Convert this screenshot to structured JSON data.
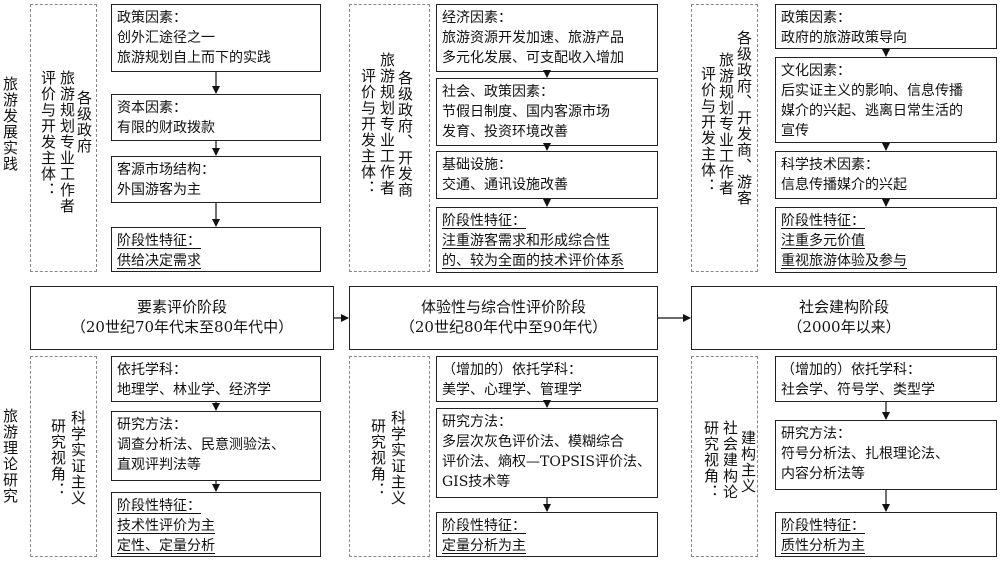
{
  "side_labels": {
    "top": "旅游发展实践",
    "bottom": "旅游理论研究"
  },
  "columns": [
    {
      "top_actor": [
        "各级政府",
        "旅游规划专业工作者",
        "评价与开发主体："
      ],
      "top_boxes": [
        {
          "title": "政策因素：",
          "lines": [
            "创外汇途径之一",
            "旅游规划自上而下的实践"
          ]
        },
        {
          "title": "资本因素：",
          "lines": [
            "有限的财政拨款"
          ]
        },
        {
          "title": "客源市场结构：",
          "lines": [
            "外国游客为主"
          ]
        }
      ],
      "top_feature": {
        "title": "阶段性特征：",
        "lines": [
          "供给决定需求"
        ]
      },
      "stage": {
        "name": "要素评价阶段",
        "period": "（20世纪70年代末至80年代中）"
      },
      "bottom_actor": [
        "科学实证主义",
        "研究视角："
      ],
      "bottom_boxes": [
        {
          "title": "依托学科：",
          "lines": [
            "地理学、林业学、经济学"
          ]
        },
        {
          "title": "研究方法：",
          "lines": [
            "调查分析法、民意测验法、",
            "直观评判法等"
          ]
        }
      ],
      "bottom_feature": {
        "title": "阶段性特征：",
        "lines": [
          "技术性评价为主",
          "定性、定量分析"
        ]
      }
    },
    {
      "top_actor": [
        "各级政府、开发商",
        "旅游规划专业工作者",
        "评价与开发主体："
      ],
      "top_boxes": [
        {
          "title": "经济因素：",
          "lines": [
            "旅游资源开发加速、旅游产品",
            "多元化发展、可支配收入增加"
          ]
        },
        {
          "title": "社会、政策因素：",
          "lines": [
            "节假日制度、国内客源市场",
            "发育、投资环境改善"
          ]
        },
        {
          "title": "基础设施：",
          "lines": [
            "交通、通讯设施改善"
          ]
        }
      ],
      "top_feature": {
        "title": "阶段性特征：",
        "lines": [
          "注重游客需求和形成综合性",
          "的、较为全面的技术评价体系"
        ]
      },
      "stage": {
        "name": "体验性与综合性评价阶段",
        "period": "（20世纪80年代中至90年代）"
      },
      "bottom_actor": [
        "科学实证主义",
        "研究视角："
      ],
      "bottom_boxes": [
        {
          "title": "（增加的）依托学科：",
          "lines": [
            "美学、心理学、管理学"
          ]
        },
        {
          "title": "研究方法：",
          "lines": [
            "多层次灰色评价法、模糊综合",
            "评价法、熵权—TOPSIS评价法、",
            "GIS技术等"
          ]
        }
      ],
      "bottom_feature": {
        "title": "阶段性特征：",
        "lines": [
          "定量分析为主"
        ]
      }
    },
    {
      "top_actor": [
        "各级政府、开发商、游客",
        "旅游规划专业工作者",
        "评价与开发主体："
      ],
      "top_boxes": [
        {
          "title": "政策因素：",
          "lines": [
            "政府的旅游政策导向"
          ]
        },
        {
          "title": "文化因素：",
          "lines": [
            "后实证主义的影响、信息传播",
            "媒介的兴起、逃离日常生活的",
            "宣传"
          ]
        },
        {
          "title": "科学技术因素：",
          "lines": [
            "信息传播媒介的兴起"
          ]
        }
      ],
      "top_feature": {
        "title": "阶段性特征：",
        "lines": [
          "注重多元价值",
          "重视旅游体验及参与"
        ]
      },
      "stage": {
        "name": "社会建构阶段",
        "period": "（2000年以来）"
      },
      "bottom_actor": [
        "建构主义",
        "社会建构论",
        "研究视角："
      ],
      "bottom_boxes": [
        {
          "title": "（增加的）依托学科：",
          "lines": [
            "社会学、符号学、类型学"
          ]
        },
        {
          "title": "研究方法：",
          "lines": [
            "符号分析法、扎根理论法、",
            "内容分析法等"
          ]
        }
      ],
      "bottom_feature": {
        "title": "阶段性特征：",
        "lines": [
          "质性分析为主"
        ]
      }
    }
  ]
}
